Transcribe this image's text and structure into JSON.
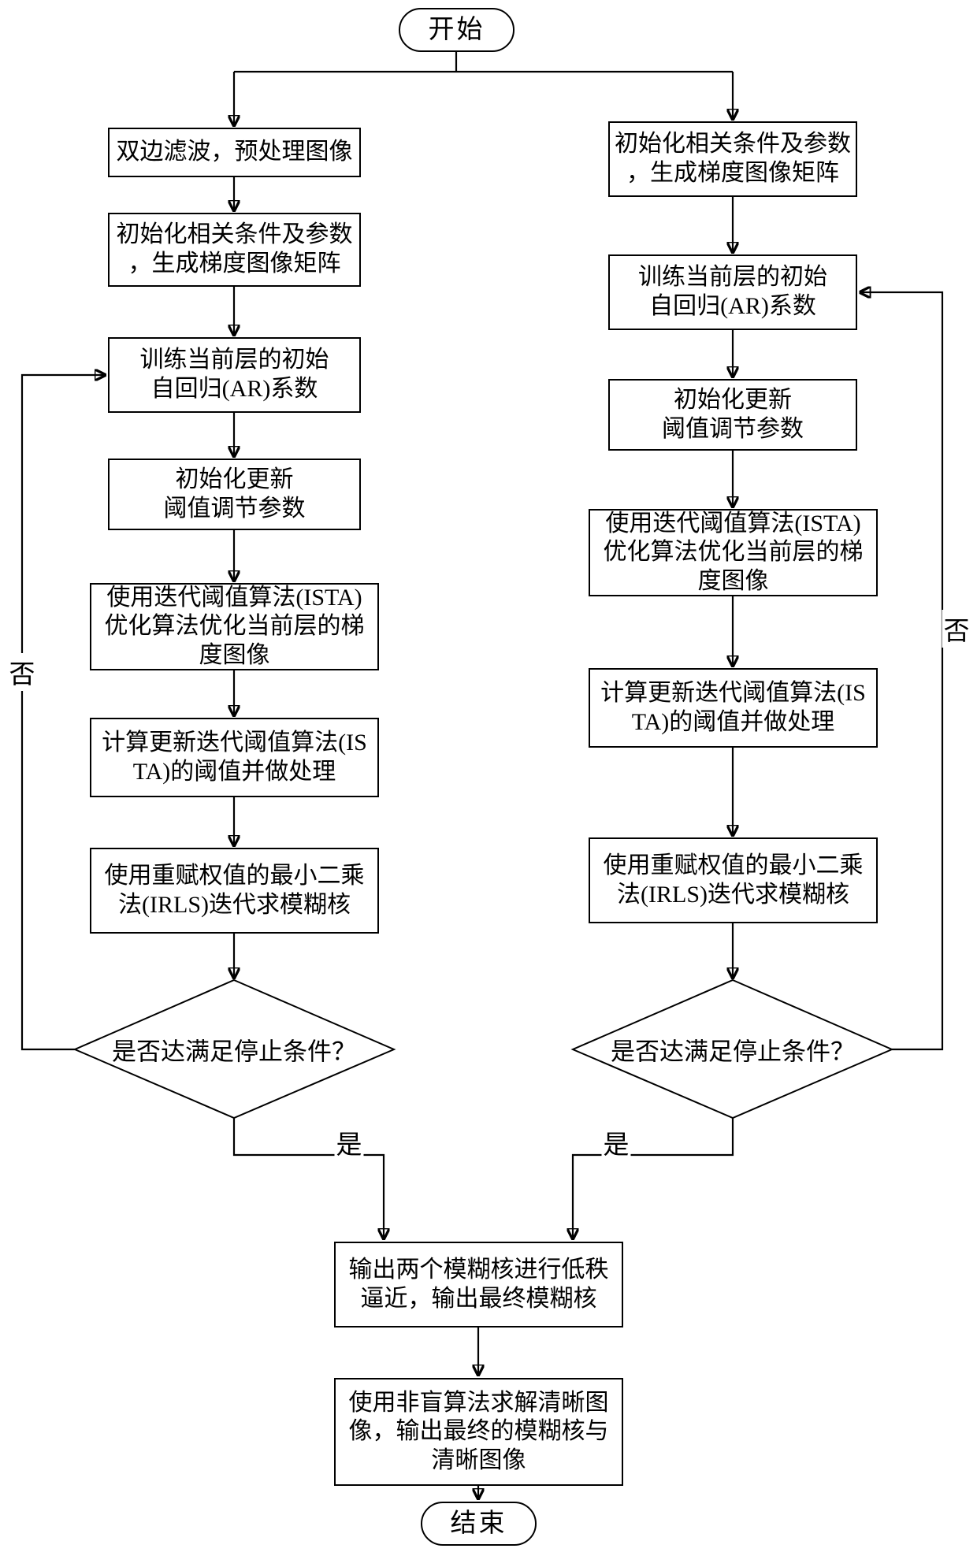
{
  "flowchart": {
    "terminals": {
      "start": "开始",
      "end": "结束"
    },
    "edge_labels": {
      "yes_left": "是",
      "yes_right": "是",
      "no_left": "否",
      "no_right": "否"
    },
    "left_branch": {
      "preprocess": "双边滤波，预处理图像",
      "init_params": "初始化相关条件及参数\n，生成梯度图像矩阵",
      "train_ar": "训练当前层的初始\n自回归(AR)系数",
      "init_threshold": "初始化更新\n阈值调节参数",
      "ista_optimize": "使用迭代阈值算法(ISTA)\n优化算法优化当前层的梯\n度图像",
      "ista_update": "计算更新迭代阈值算法(IS\nTA)的阈值并做处理",
      "irls_kernel": "使用重赋权值的最小二乘\n法(IRLS)迭代求模糊核",
      "stop_condition": "是否达满足停止条件？"
    },
    "right_branch": {
      "init_params": "初始化相关条件及参数\n，生成梯度图像矩阵",
      "train_ar": "训练当前层的初始\n自回归(AR)系数",
      "init_threshold": "初始化更新\n阈值调节参数",
      "ista_optimize": "使用迭代阈值算法(ISTA)\n优化算法优化当前层的梯\n度图像",
      "ista_update": "计算更新迭代阈值算法(IS\nTA)的阈值并做处理",
      "irls_kernel": "使用重赋权值的最小二乘\n法(IRLS)迭代求模糊核",
      "stop_condition": "是否达满足停止条件？"
    },
    "merge": {
      "low_rank": "输出两个模糊核进行低秩\n逼近，输出最终模糊核",
      "nonblind": "使用非盲算法求解清晰图\n像，输出最终的模糊核与\n清晰图像"
    },
    "colors": {
      "stroke": "#000000",
      "background": "#ffffff"
    }
  }
}
